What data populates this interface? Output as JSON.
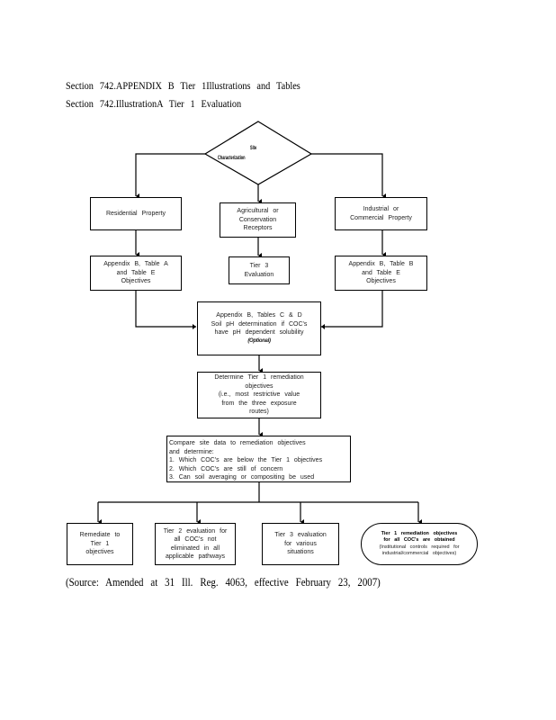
{
  "header": {
    "line1": "Section 742.APPENDIX B Tier 1Illustrations and Tables",
    "line2": "Section 742.IllustrationA Tier 1 Evaluation"
  },
  "flowchart": {
    "start": {
      "line1": "Site",
      "line2": "Characterization"
    },
    "branches": {
      "residential": "Residential Property",
      "agricultural": "Agricultural or\nConservation\nReceptors",
      "industrial": "Industrial or\nCommercial Property"
    },
    "tables": {
      "residential": "Appendix B, Table A\nand Table E\nObjectives",
      "agricultural": "Tier 3\nEvaluation",
      "industrial": "Appendix B, Table B\nand Table E\nObjectives"
    },
    "soil_ph": {
      "text": "Appendix B, Tables C & D\nSoil pH determination if COC's\nhave pH dependent solubility",
      "note": "(Optional)"
    },
    "determine": "Determine Tier 1 remediation\nobjectives\n(i.e., most restrictive value\nfrom the three exposure\nroutes)",
    "compare": "Compare site data to remediation objectives\nand determine:\n1. Which COC's are below the Tier 1 objectives\n2. Which COC's are still of concern\n3. Can soil averaging or compositing be used",
    "outcomes": {
      "remediate": "Remediate to\nTier 1\nobjectives",
      "tier2": "Tier 2 evaluation for\nall COC's not\neliminated in all\napplicable pathways",
      "tier3": "Tier 3 evaluation\nfor various\nsituations",
      "obtained": "Tier 1 remediation objectives\nfor all COC's are obtained",
      "obtained_note": "(Institutional controls required for\nindustrial/commercial objectives)"
    }
  },
  "footer": {
    "source": "(Source: Amended at 31 Ill. Reg. 4063, effective February 23, 2007)"
  }
}
